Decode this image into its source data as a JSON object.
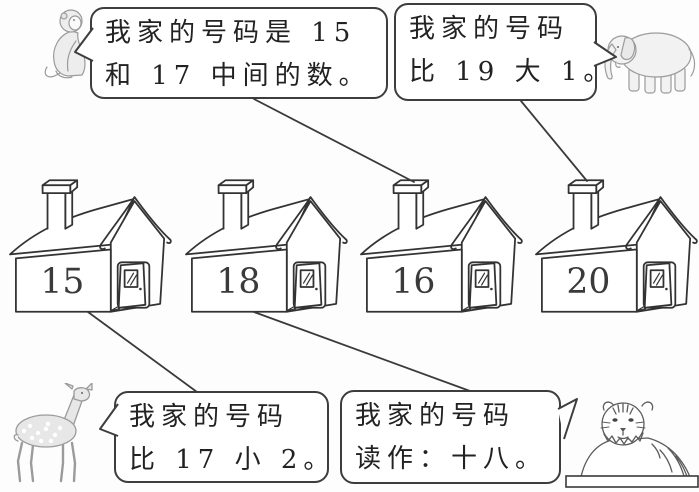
{
  "bubbles": [
    {
      "speaker": "monkey",
      "lines": [
        "我家的号码是 15",
        "和 17 中间的数。"
      ]
    },
    {
      "speaker": "elephant",
      "lines": [
        "我家的号码",
        "比 19 大 1。"
      ]
    },
    {
      "speaker": "deer",
      "lines": [
        "我家的号码",
        "比 17 小 2。"
      ]
    },
    {
      "speaker": "tiger",
      "lines": [
        "我家的号码",
        "读作：十八。"
      ]
    }
  ],
  "houses": [
    {
      "number": "15"
    },
    {
      "number": "18"
    },
    {
      "number": "16"
    },
    {
      "number": "20"
    }
  ],
  "animals": [
    "monkey",
    "elephant",
    "deer",
    "tiger"
  ],
  "connections": [
    {
      "from": "monkey-bubble",
      "to": "house-16"
    },
    {
      "from": "elephant-bubble",
      "to": "house-20"
    },
    {
      "from": "house-15",
      "to": "deer-bubble"
    },
    {
      "from": "house-18",
      "to": "tiger-bubble"
    }
  ],
  "colors": {
    "background": "#fdfdfd",
    "line_art": "#333333",
    "bubble_border": "#3d3d3d",
    "text": "#222222",
    "sketch_gray": "#9b9b9b"
  }
}
